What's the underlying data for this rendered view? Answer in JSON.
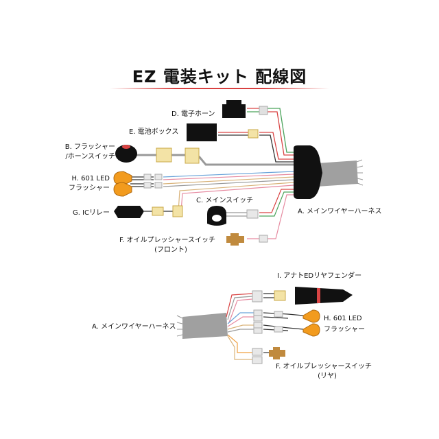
{
  "title": "EZ 電装キット 配線図",
  "colors": {
    "accent_line": "#d84040",
    "harness": "#a0a0a0",
    "component_black": "#111111",
    "flasher_amber": "#f29b1e",
    "brass": "#c08a3e",
    "wire_red": "#d94444",
    "wire_green": "#4aa35a",
    "wire_gray": "#9a9a9a",
    "wire_pink": "#e68aa0",
    "wire_tan": "#d9b37a",
    "wire_blue": "#6aa3d9",
    "wire_orange": "#f0a040"
  },
  "labels": {
    "d": "D. 電子ホーン",
    "e": "E. 電池ボックス",
    "b1": "B. フラッシャー",
    "b2": "/ホーンスイッチ",
    "h_top1": "H. 601 LED",
    "h_top2": "フラッシャー",
    "c": "C. メインスイッチ",
    "g": "G. ICリレー",
    "a_top": "A. メインワイヤーハーネス",
    "f_front1": "F. オイルプレッシャースイッチ",
    "f_front2": "(フロント)",
    "i": "I. アナトEDリヤフェンダー",
    "a_bottom": "A. メインワイヤーハーネス",
    "h_bot1": "H. 601 LED",
    "h_bot2": "フラッシャー",
    "f_rear1": "F. オイルプレッシャースイッチ",
    "f_rear2": "(リヤ)"
  }
}
